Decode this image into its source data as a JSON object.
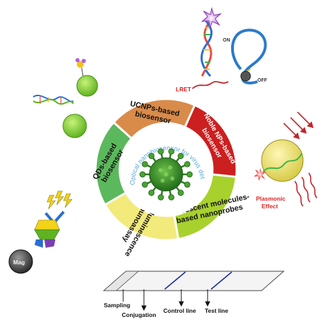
{
  "center": {
    "caption": "Optical nanobiosensor for virus detection"
  },
  "segments": [
    {
      "key": "qds",
      "lines": [
        "QDs-based",
        "biosensor"
      ],
      "color": "#5cb85c"
    },
    {
      "key": "ucnps",
      "lines": [
        "UCNPs-based",
        "biosensor"
      ],
      "color": "#d98b4a"
    },
    {
      "key": "noble",
      "lines": [
        "Noble NPs-based",
        "biosensor"
      ],
      "color": "#cc1f1f"
    },
    {
      "key": "fluor",
      "lines": [
        "Fluorescent molecules-",
        "based nanoprobes"
      ],
      "color": "#a8d12e"
    },
    {
      "key": "chemi",
      "lines": [
        "Chemiluminescence",
        "immunoassay"
      ],
      "color": "#f2ea7a"
    }
  ],
  "labels": {
    "lret": "LRET",
    "on": "ON",
    "off": "OFF",
    "plasmonic_line1": "Plasmonic",
    "plasmonic_line2": "Effect",
    "mag": "Mag"
  },
  "strip": {
    "sampling": "Sampling",
    "conjugation": "Conjugation",
    "control_line": "Control line",
    "test_line": "Test line"
  },
  "colors": {
    "ring_outline": "#ffffff",
    "inner_disc": "#ffffff",
    "virus": "#3a8f2a",
    "caption": "#5aa9d8",
    "qd_dot": "#7fd23a",
    "plasmonic_particle": "#e8df6a",
    "arrows_red": "#c0262b"
  }
}
